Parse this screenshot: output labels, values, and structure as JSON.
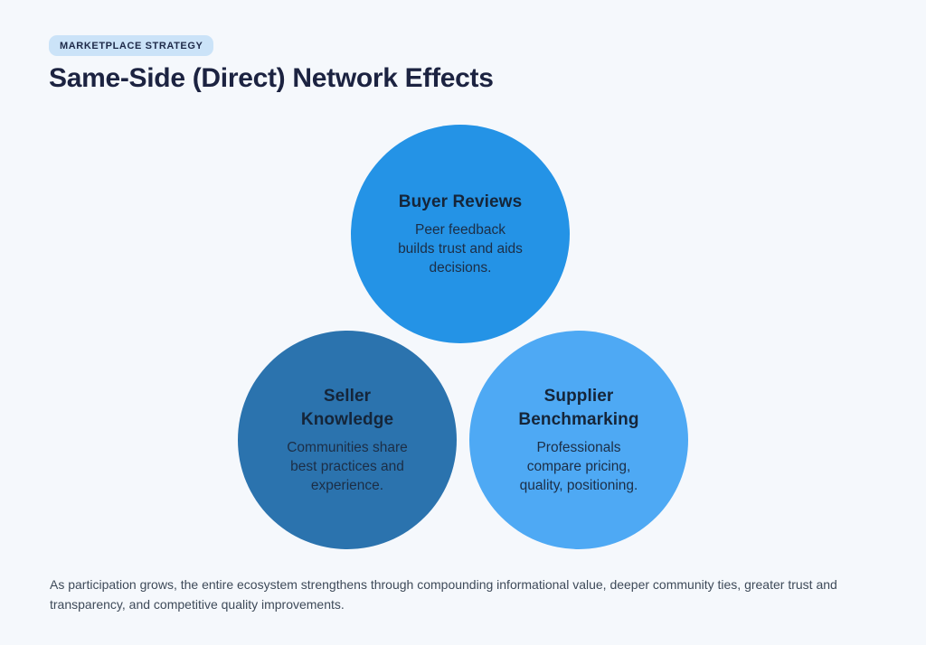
{
  "header": {
    "badge": "MARKETPLACE STRATEGY",
    "title": "Same-Side (Direct) Network Effects"
  },
  "circles": [
    {
      "id": "buyer-reviews",
      "title": "Buyer Reviews",
      "description": "Peer feedback\nbuilds trust and aids\ndecisions.",
      "color": "#2493e6"
    },
    {
      "id": "seller-knowledge",
      "title": "Seller\nKnowledge",
      "description": "Communities share\nbest practices and\nexperience.",
      "color": "#2b73ae"
    },
    {
      "id": "supplier-benchmarking",
      "title": "Supplier\nBenchmarking",
      "description": "Professionals\ncompare pricing,\nquality, positioning.",
      "color": "#4ea9f4"
    }
  ],
  "footer": {
    "text": "As participation grows, the entire ecosystem strengthens through compounding informational value, deeper community ties, greater trust and transparency, and competitive quality improvements."
  },
  "colors": {
    "background": "#f5f8fc",
    "badge_background": "#cbe3f8",
    "badge_text": "#1e2a49",
    "title_text": "#1c2341",
    "circle_heading_text": "#152539",
    "circle_body_text": "#1c2e46",
    "footer_text": "#3e4a59"
  }
}
